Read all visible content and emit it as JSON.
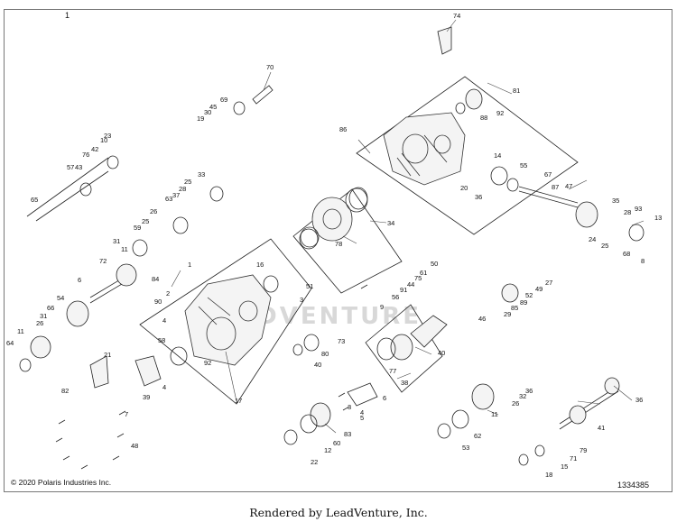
{
  "sheet_number": "1",
  "copyright": "© 2020 Polaris Industries Inc.",
  "diagram_id": "1334385",
  "footer": "Rendered by LeadVenture, Inc.",
  "watermark": "ADVENTURE",
  "callouts": [
    "74",
    "70",
    "81",
    "92",
    "88",
    "69",
    "45",
    "30",
    "19",
    "86",
    "23",
    "10",
    "76",
    "42",
    "57",
    "43",
    "65",
    "14",
    "55",
    "67",
    "20",
    "36",
    "47",
    "87",
    "35",
    "28",
    "93",
    "13",
    "24",
    "25",
    "68",
    "8",
    "33",
    "25",
    "28",
    "37",
    "63",
    "26",
    "25",
    "59",
    "31",
    "11",
    "72",
    "34",
    "78",
    "50",
    "61",
    "75",
    "44",
    "91",
    "56",
    "9",
    "16",
    "84",
    "1",
    "2",
    "90",
    "3",
    "51",
    "6",
    "54",
    "66",
    "31",
    "26",
    "11",
    "64",
    "39",
    "4",
    "58",
    "92",
    "17",
    "80",
    "73",
    "40",
    "40",
    "77",
    "38",
    "27",
    "49",
    "52",
    "89",
    "85",
    "29",
    "46",
    "21",
    "82",
    "7",
    "4",
    "48",
    "3",
    "4",
    "5",
    "6",
    "83",
    "60",
    "12",
    "22",
    "36",
    "32",
    "26",
    "11",
    "62",
    "53",
    "36",
    "41",
    "79",
    "71",
    "15",
    "18",
    "39"
  ]
}
